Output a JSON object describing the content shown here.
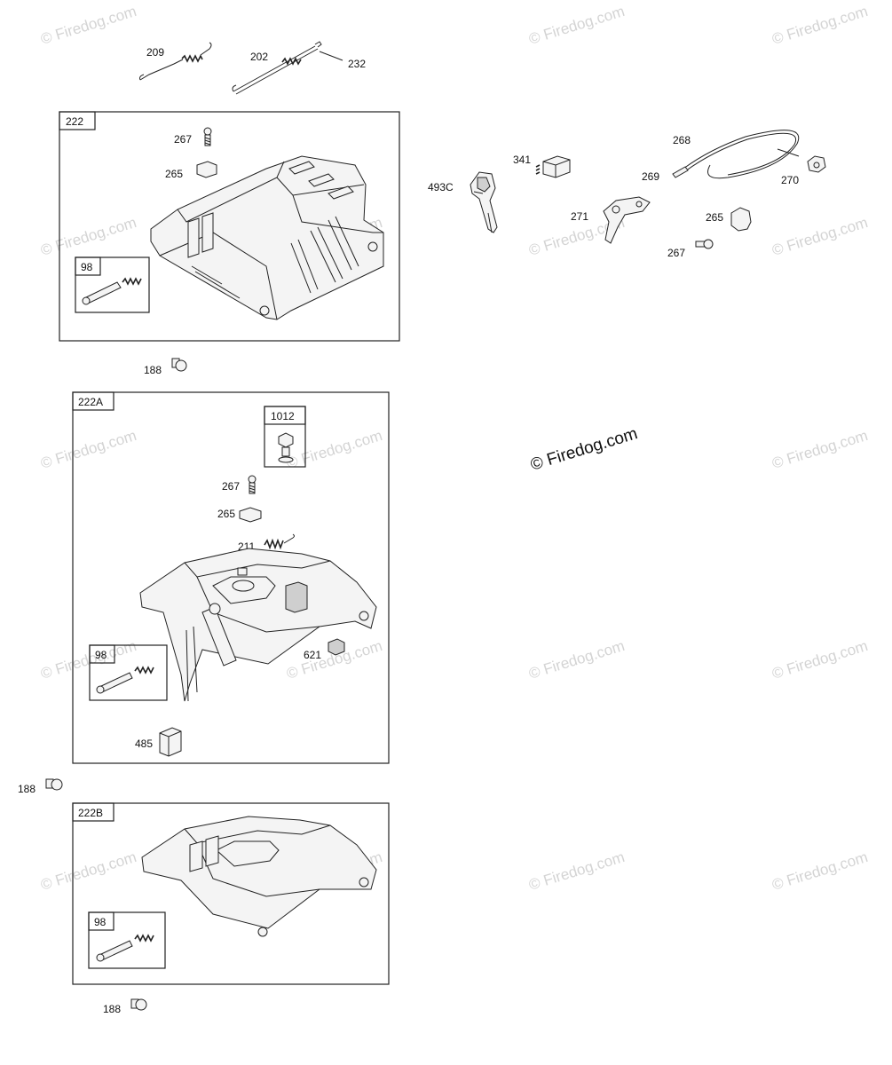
{
  "watermark": "© Firedog.com",
  "center_watermark": "© Firedog.com",
  "groups": {
    "g222": {
      "label": "222"
    },
    "g222a": {
      "label": "222A"
    },
    "g222b": {
      "label": "222B"
    },
    "k98a": {
      "label": "98"
    },
    "k98b": {
      "label": "98"
    },
    "k98c": {
      "label": "98"
    },
    "k1012": {
      "label": "1012"
    }
  },
  "callouts": {
    "p209": "209",
    "p202": "202",
    "p232": "232",
    "p267a": "267",
    "p265a": "265",
    "p188a": "188",
    "p267b": "267",
    "p265b": "265",
    "p211": "211",
    "p621": "621",
    "p485": "485",
    "p188b": "188",
    "p188c": "188",
    "p493c": "493C",
    "p341": "341",
    "p268": "268",
    "p269": "269",
    "p270": "270",
    "p271": "271",
    "p265c": "265",
    "p267c": "267"
  }
}
